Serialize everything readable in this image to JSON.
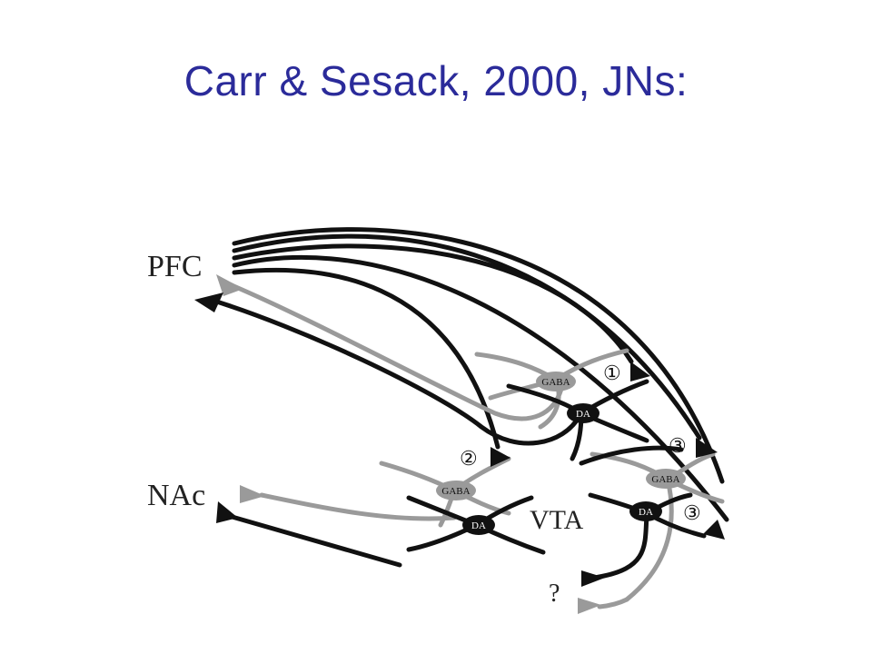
{
  "slide": {
    "title": "Carr & Sesack, 2000, JNs:"
  },
  "diagram": {
    "labels": {
      "pfc": "PFC",
      "nac": "NAc",
      "vta": "VTA",
      "unknown": "?"
    },
    "neurons": {
      "gaba": "GABA",
      "da": "DA"
    },
    "markers": {
      "one": "①",
      "two": "②",
      "three": "③"
    },
    "colors": {
      "title": "#2b2b9a",
      "black_path": "#111111",
      "gray_path": "#9a9a9a"
    }
  }
}
